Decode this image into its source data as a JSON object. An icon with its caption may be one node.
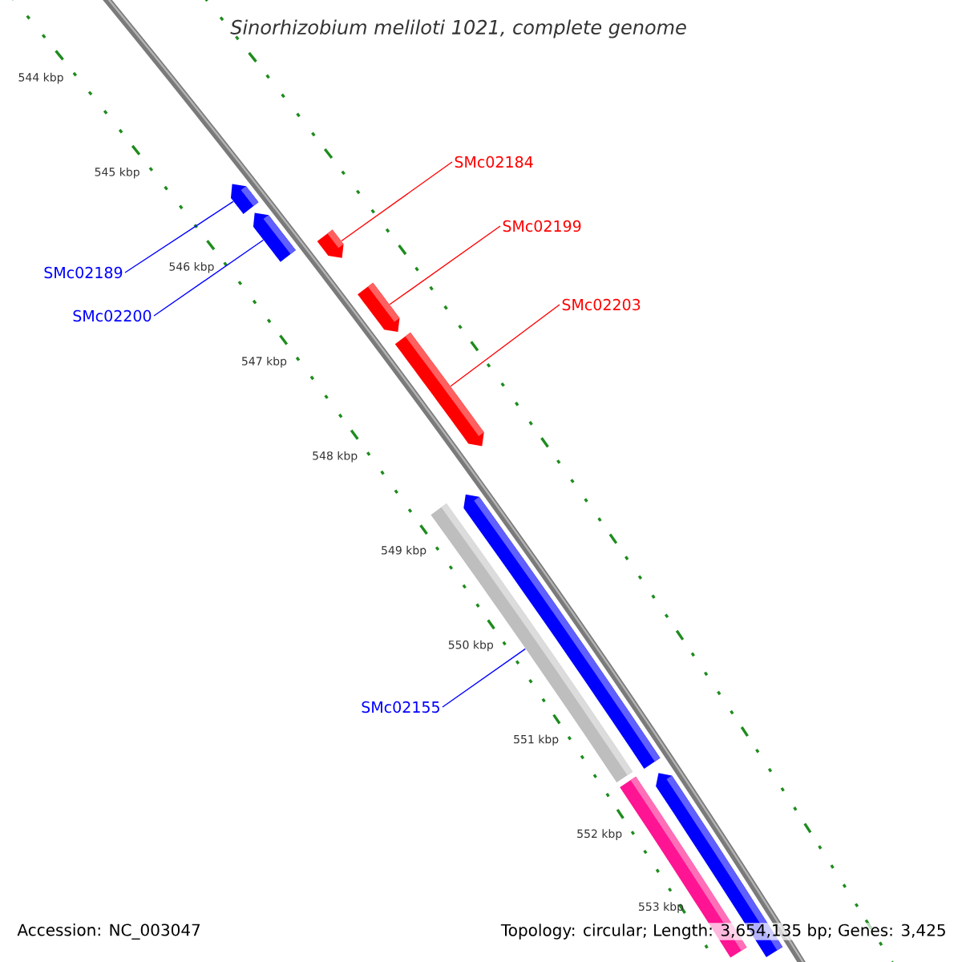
{
  "diagram": {
    "title": "Sinorhizobium meliloti 1021, complete genome",
    "nodes": [
      {
        "text": [],
        "shape": "bar"
      },
      {
        "text": [],
        "shape": "bar"
      },
      {
        "text": [],
        "shape": "bar"
      },
      {
        "text": [],
        "shape": "bar"
      },
      {
        "text": [],
        "shape": "bar"
      },
      {
        "text": [],
        "shape": "bar"
      },
      {
        "text": [],
        "shape": "bar"
      },
      {
        "text": [],
        "shape": "bar"
      },
      {
        "text": [],
        "shape": "bar"
      },
      {
        "text": [
          "SMc02184"
        ]
      },
      {
        "text": [
          "SMc02199"
        ]
      },
      {
        "text": [
          "SMc02203"
        ]
      },
      {
        "text": [
          "SMc02189"
        ]
      },
      {
        "text": [
          "SMc02200"
        ]
      },
      {
        "text": [
          "SMc02155"
        ]
      }
    ],
    "edges": [
      {
        "from": 9,
        "to": 2,
        "arrow": "none",
        "color": "#ff0000"
      },
      {
        "from": 10,
        "to": 3,
        "arrow": "none",
        "color": "#ff0000"
      },
      {
        "from": 11,
        "to": 4,
        "arrow": "none",
        "color": "#ff0000"
      },
      {
        "from": 12,
        "to": 0,
        "arrow": "none",
        "color": "#0000ff"
      },
      {
        "from": 13,
        "to": 1,
        "arrow": "none",
        "color": "#0000ff"
      },
      {
        "from": 14,
        "to": 6,
        "arrow": "none",
        "color": "#0000ff"
      }
    ],
    "labels": [
      "544 kbp",
      "545 kbp",
      "546 kbp",
      "547 kbp",
      "548 kbp",
      "549 kbp",
      "550 kbp",
      "551 kbp",
      "552 kbp",
      "553 kbp",
      "Accession: NC_003047",
      "Topology: circular; Length: 3,654,135 bp; Genes: 3,425"
    ]
  }
}
